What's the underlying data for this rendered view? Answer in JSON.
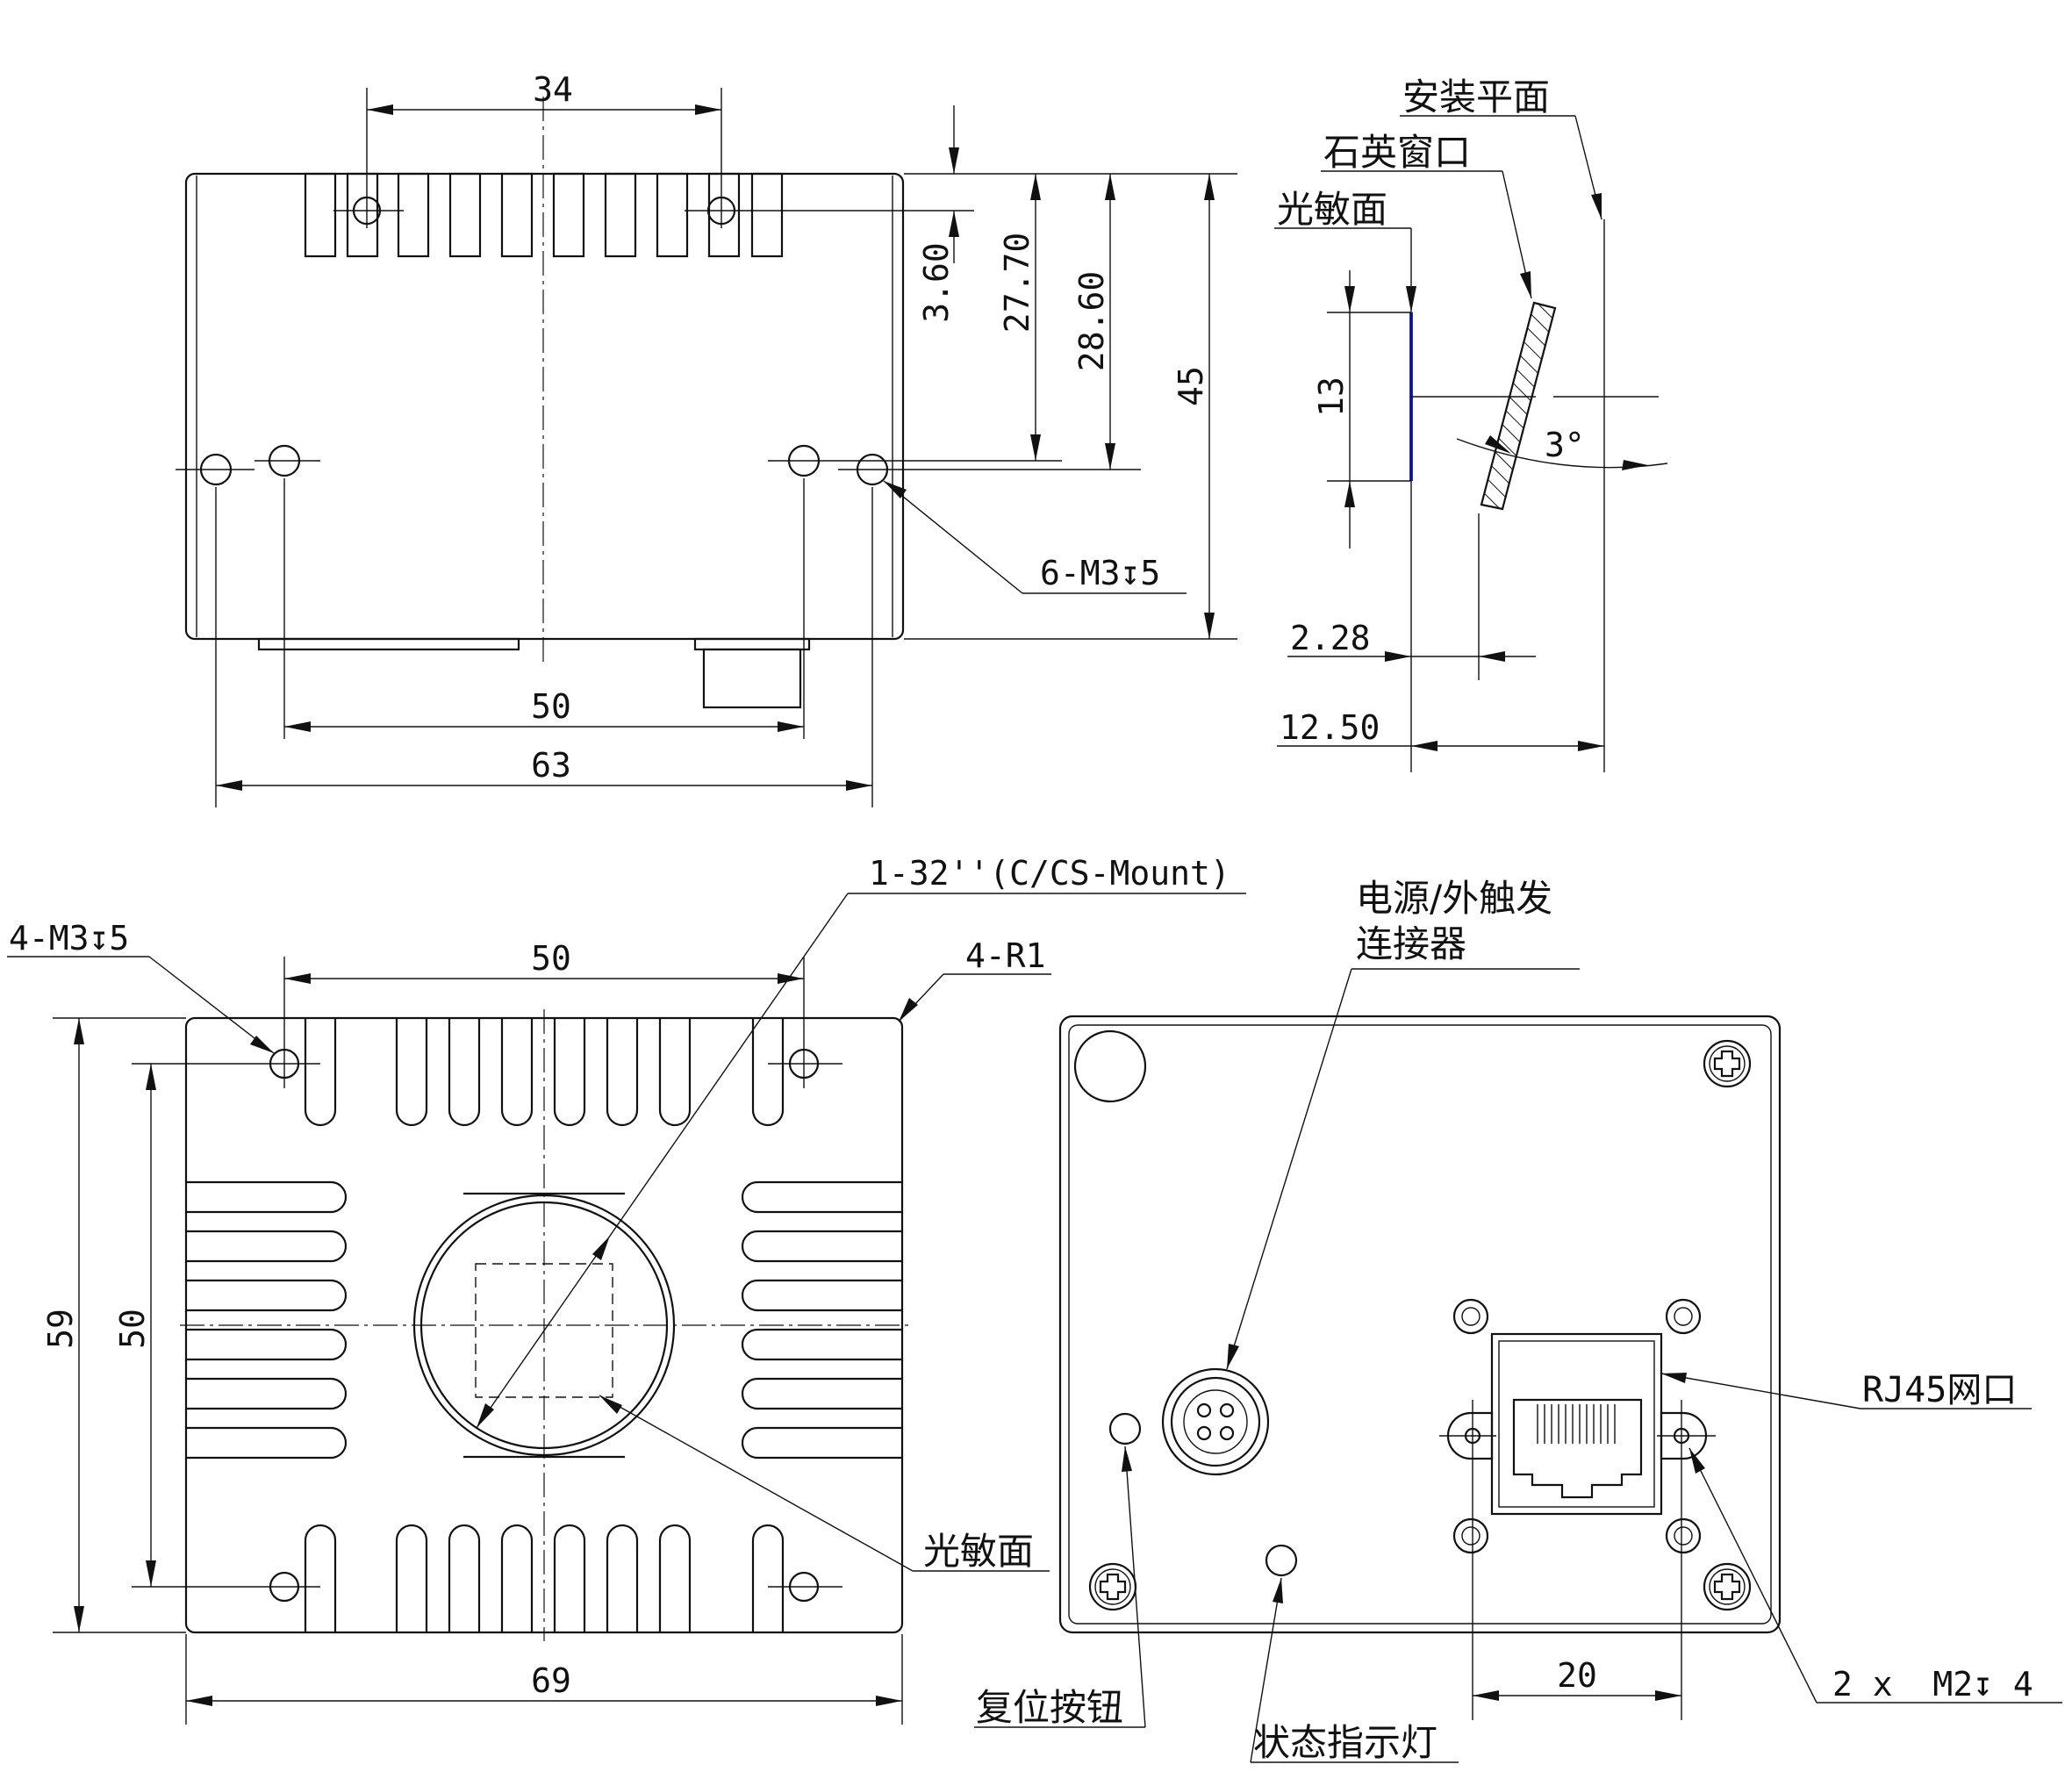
{
  "views": {
    "top": {
      "dim_34": "34",
      "dim_3_60": "3.60",
      "dim_27_70": "27.70",
      "dim_28_60": "28.60",
      "dim_45": "45",
      "dim_50": "50",
      "dim_63": "63",
      "callout_holes": "6-M3↧5"
    },
    "side": {
      "label_mount_plane": "安装平面",
      "label_quartz_window": "石英窗口",
      "label_sensor": "光敏面",
      "dim_13": "13",
      "angle_3": "3°",
      "dim_2_28": "2.28",
      "dim_12_50": "12.50"
    },
    "front": {
      "callout_mount": "1-32''(C/CS-Mount)",
      "callout_holes": "4-M3↧5",
      "callout_radius": "4-R1",
      "dim_50_h": "50",
      "dim_59": "59",
      "dim_50_v": "50",
      "dim_69": "69",
      "label_sensor": "光敏面"
    },
    "back": {
      "label_power_line1": "电源/外触发",
      "label_power_line2": "连接器",
      "label_rj45": "RJ45网口",
      "label_reset": "复位按钮",
      "label_status": "状态指示灯",
      "dim_20": "20",
      "callout_screws": "2 x  M2↧ 4"
    }
  },
  "colors": {
    "line": "#111111",
    "sensor_highlight": "#1b2bd6"
  }
}
